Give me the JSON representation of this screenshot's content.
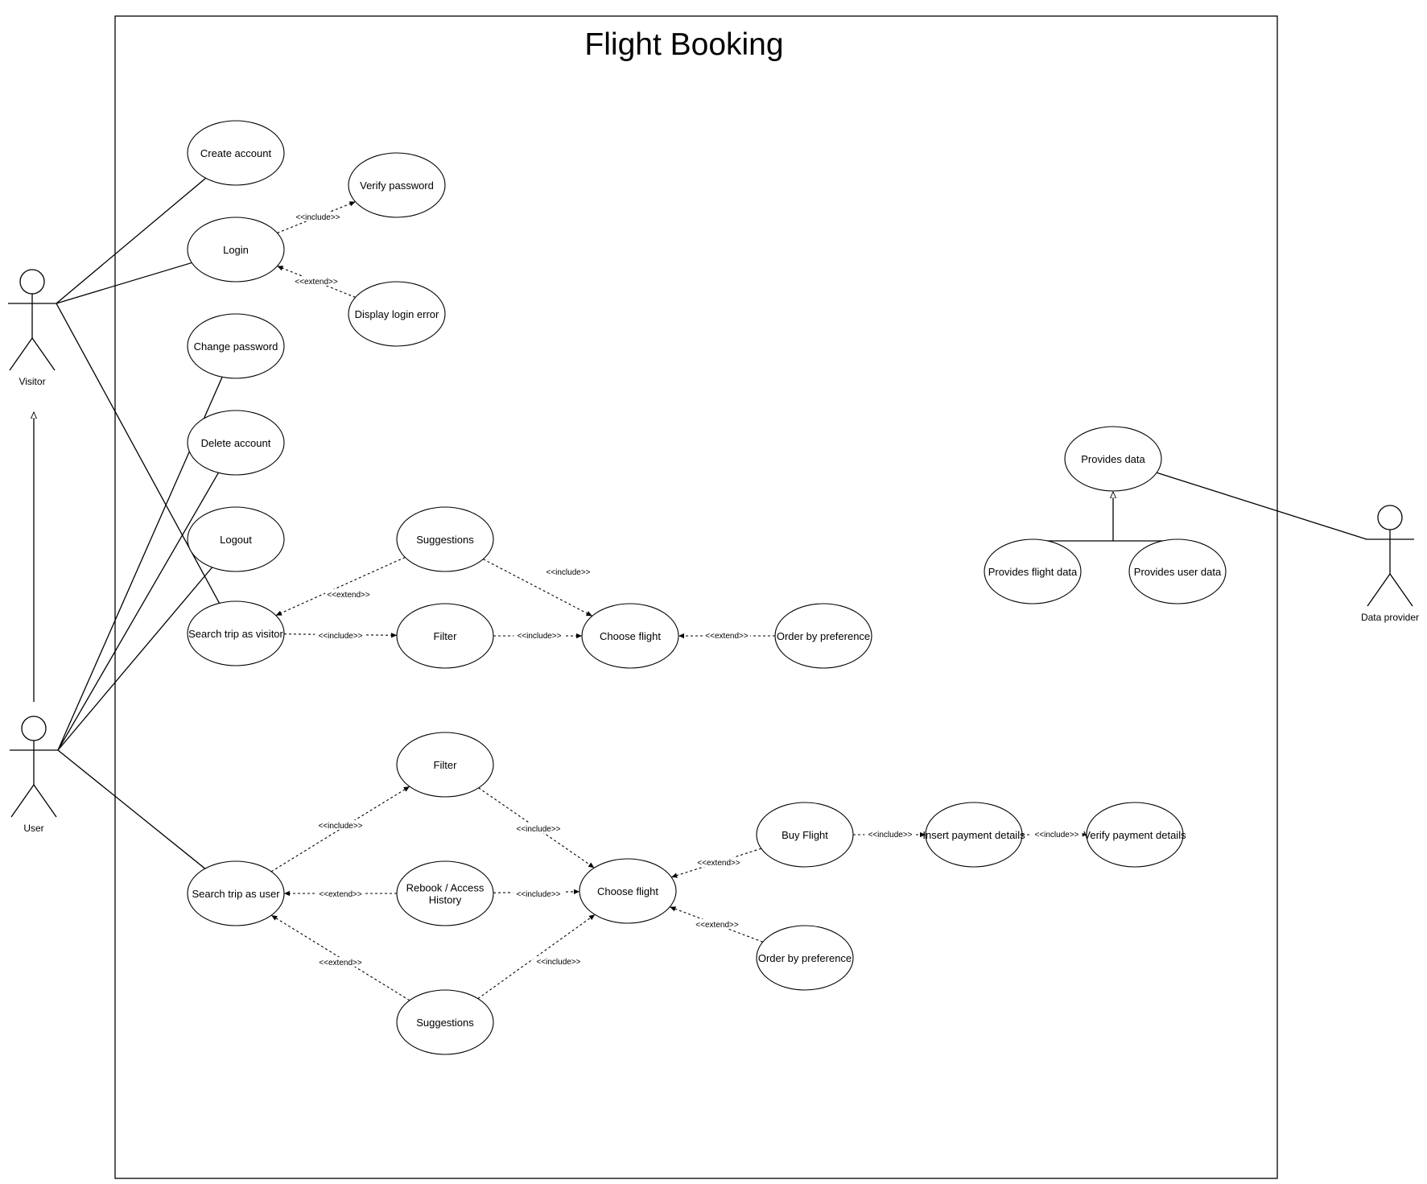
{
  "diagram": {
    "title": "Flight Booking",
    "actors": [
      {
        "id": "visitor",
        "name": "Visitor"
      },
      {
        "id": "user",
        "name": "User"
      },
      {
        "id": "data_provider",
        "name": "Data provider"
      }
    ],
    "use_cases": [
      {
        "id": "create_account",
        "lines": [
          "Create account"
        ]
      },
      {
        "id": "login",
        "lines": [
          "Login"
        ]
      },
      {
        "id": "verify_password",
        "lines": [
          "Verify password"
        ]
      },
      {
        "id": "display_login_error",
        "lines": [
          "Display login error"
        ]
      },
      {
        "id": "change_password",
        "lines": [
          "Change password"
        ]
      },
      {
        "id": "delete_account",
        "lines": [
          "Delete account"
        ]
      },
      {
        "id": "logout",
        "lines": [
          "Logout"
        ]
      },
      {
        "id": "search_trip_visitor",
        "lines": [
          "Search trip as visitor"
        ]
      },
      {
        "id": "suggestions_v",
        "lines": [
          "Suggestions"
        ]
      },
      {
        "id": "filter_v",
        "lines": [
          "Filter"
        ]
      },
      {
        "id": "choose_flight_v",
        "lines": [
          "Choose flight"
        ]
      },
      {
        "id": "order_pref_v",
        "lines": [
          "Order by preference"
        ]
      },
      {
        "id": "search_trip_user",
        "lines": [
          "Search trip as user"
        ]
      },
      {
        "id": "filter_u",
        "lines": [
          "Filter"
        ]
      },
      {
        "id": "rebook",
        "lines": [
          "Rebook / Access",
          "History"
        ]
      },
      {
        "id": "suggestions_u",
        "lines": [
          "Suggestions"
        ]
      },
      {
        "id": "choose_flight_u",
        "lines": [
          "Choose flight"
        ]
      },
      {
        "id": "buy_flight",
        "lines": [
          "Buy Flight"
        ]
      },
      {
        "id": "order_pref_u",
        "lines": [
          "Order by preference"
        ]
      },
      {
        "id": "insert_payment",
        "lines": [
          "Insert payment details"
        ]
      },
      {
        "id": "verify_payment",
        "lines": [
          "Verify payment details"
        ]
      },
      {
        "id": "provides_data",
        "lines": [
          "Provides data"
        ]
      },
      {
        "id": "provides_flight_data",
        "lines": [
          "Provides flight data"
        ]
      },
      {
        "id": "provides_user_data",
        "lines": [
          "Provides user data"
        ]
      }
    ],
    "associations": [
      {
        "actor": "visitor",
        "use_case": "create_account"
      },
      {
        "actor": "visitor",
        "use_case": "login"
      },
      {
        "actor": "visitor",
        "use_case": "search_trip_visitor"
      },
      {
        "actor": "user",
        "use_case": "change_password"
      },
      {
        "actor": "user",
        "use_case": "delete_account"
      },
      {
        "actor": "user",
        "use_case": "logout"
      },
      {
        "actor": "user",
        "use_case": "search_trip_user"
      },
      {
        "actor": "data_provider",
        "use_case": "provides_data"
      }
    ],
    "relationships": [
      {
        "from": "login",
        "to": "verify_password",
        "label": "<<include>>"
      },
      {
        "from": "display_login_error",
        "to": "login",
        "label": "<<extend>>"
      },
      {
        "from": "suggestions_v",
        "to": "search_trip_visitor",
        "label": "<<extend>>"
      },
      {
        "from": "search_trip_visitor",
        "to": "filter_v",
        "label": "<<include>>"
      },
      {
        "from": "suggestions_v",
        "to": "choose_flight_v",
        "label": "<<include>>"
      },
      {
        "from": "filter_v",
        "to": "choose_flight_v",
        "label": "<<include>>"
      },
      {
        "from": "order_pref_v",
        "to": "choose_flight_v",
        "label": "<<extend>>"
      },
      {
        "from": "search_trip_user",
        "to": "filter_u",
        "label": "<<include>>"
      },
      {
        "from": "rebook",
        "to": "search_trip_user",
        "label": "<<extend>>"
      },
      {
        "from": "suggestions_u",
        "to": "search_trip_user",
        "label": "<<extend>>"
      },
      {
        "from": "filter_u",
        "to": "choose_flight_u",
        "label": "<<include>>"
      },
      {
        "from": "rebook",
        "to": "choose_flight_u",
        "label": "<<include>>"
      },
      {
        "from": "suggestions_u",
        "to": "choose_flight_u",
        "label": "<<include>>"
      },
      {
        "from": "buy_flight",
        "to": "choose_flight_u",
        "label": "<<extend>>"
      },
      {
        "from": "order_pref_u",
        "to": "choose_flight_u",
        "label": "<<extend>>"
      },
      {
        "from": "buy_flight",
        "to": "insert_payment",
        "label": "<<include>>"
      },
      {
        "from": "insert_payment",
        "to": "verify_payment",
        "label": "<<include>>"
      }
    ],
    "generalizations": [
      {
        "child": "user",
        "parent": "visitor"
      },
      {
        "child": "provides_flight_data",
        "parent": "provides_data"
      },
      {
        "child": "provides_user_data",
        "parent": "provides_data"
      }
    ]
  }
}
